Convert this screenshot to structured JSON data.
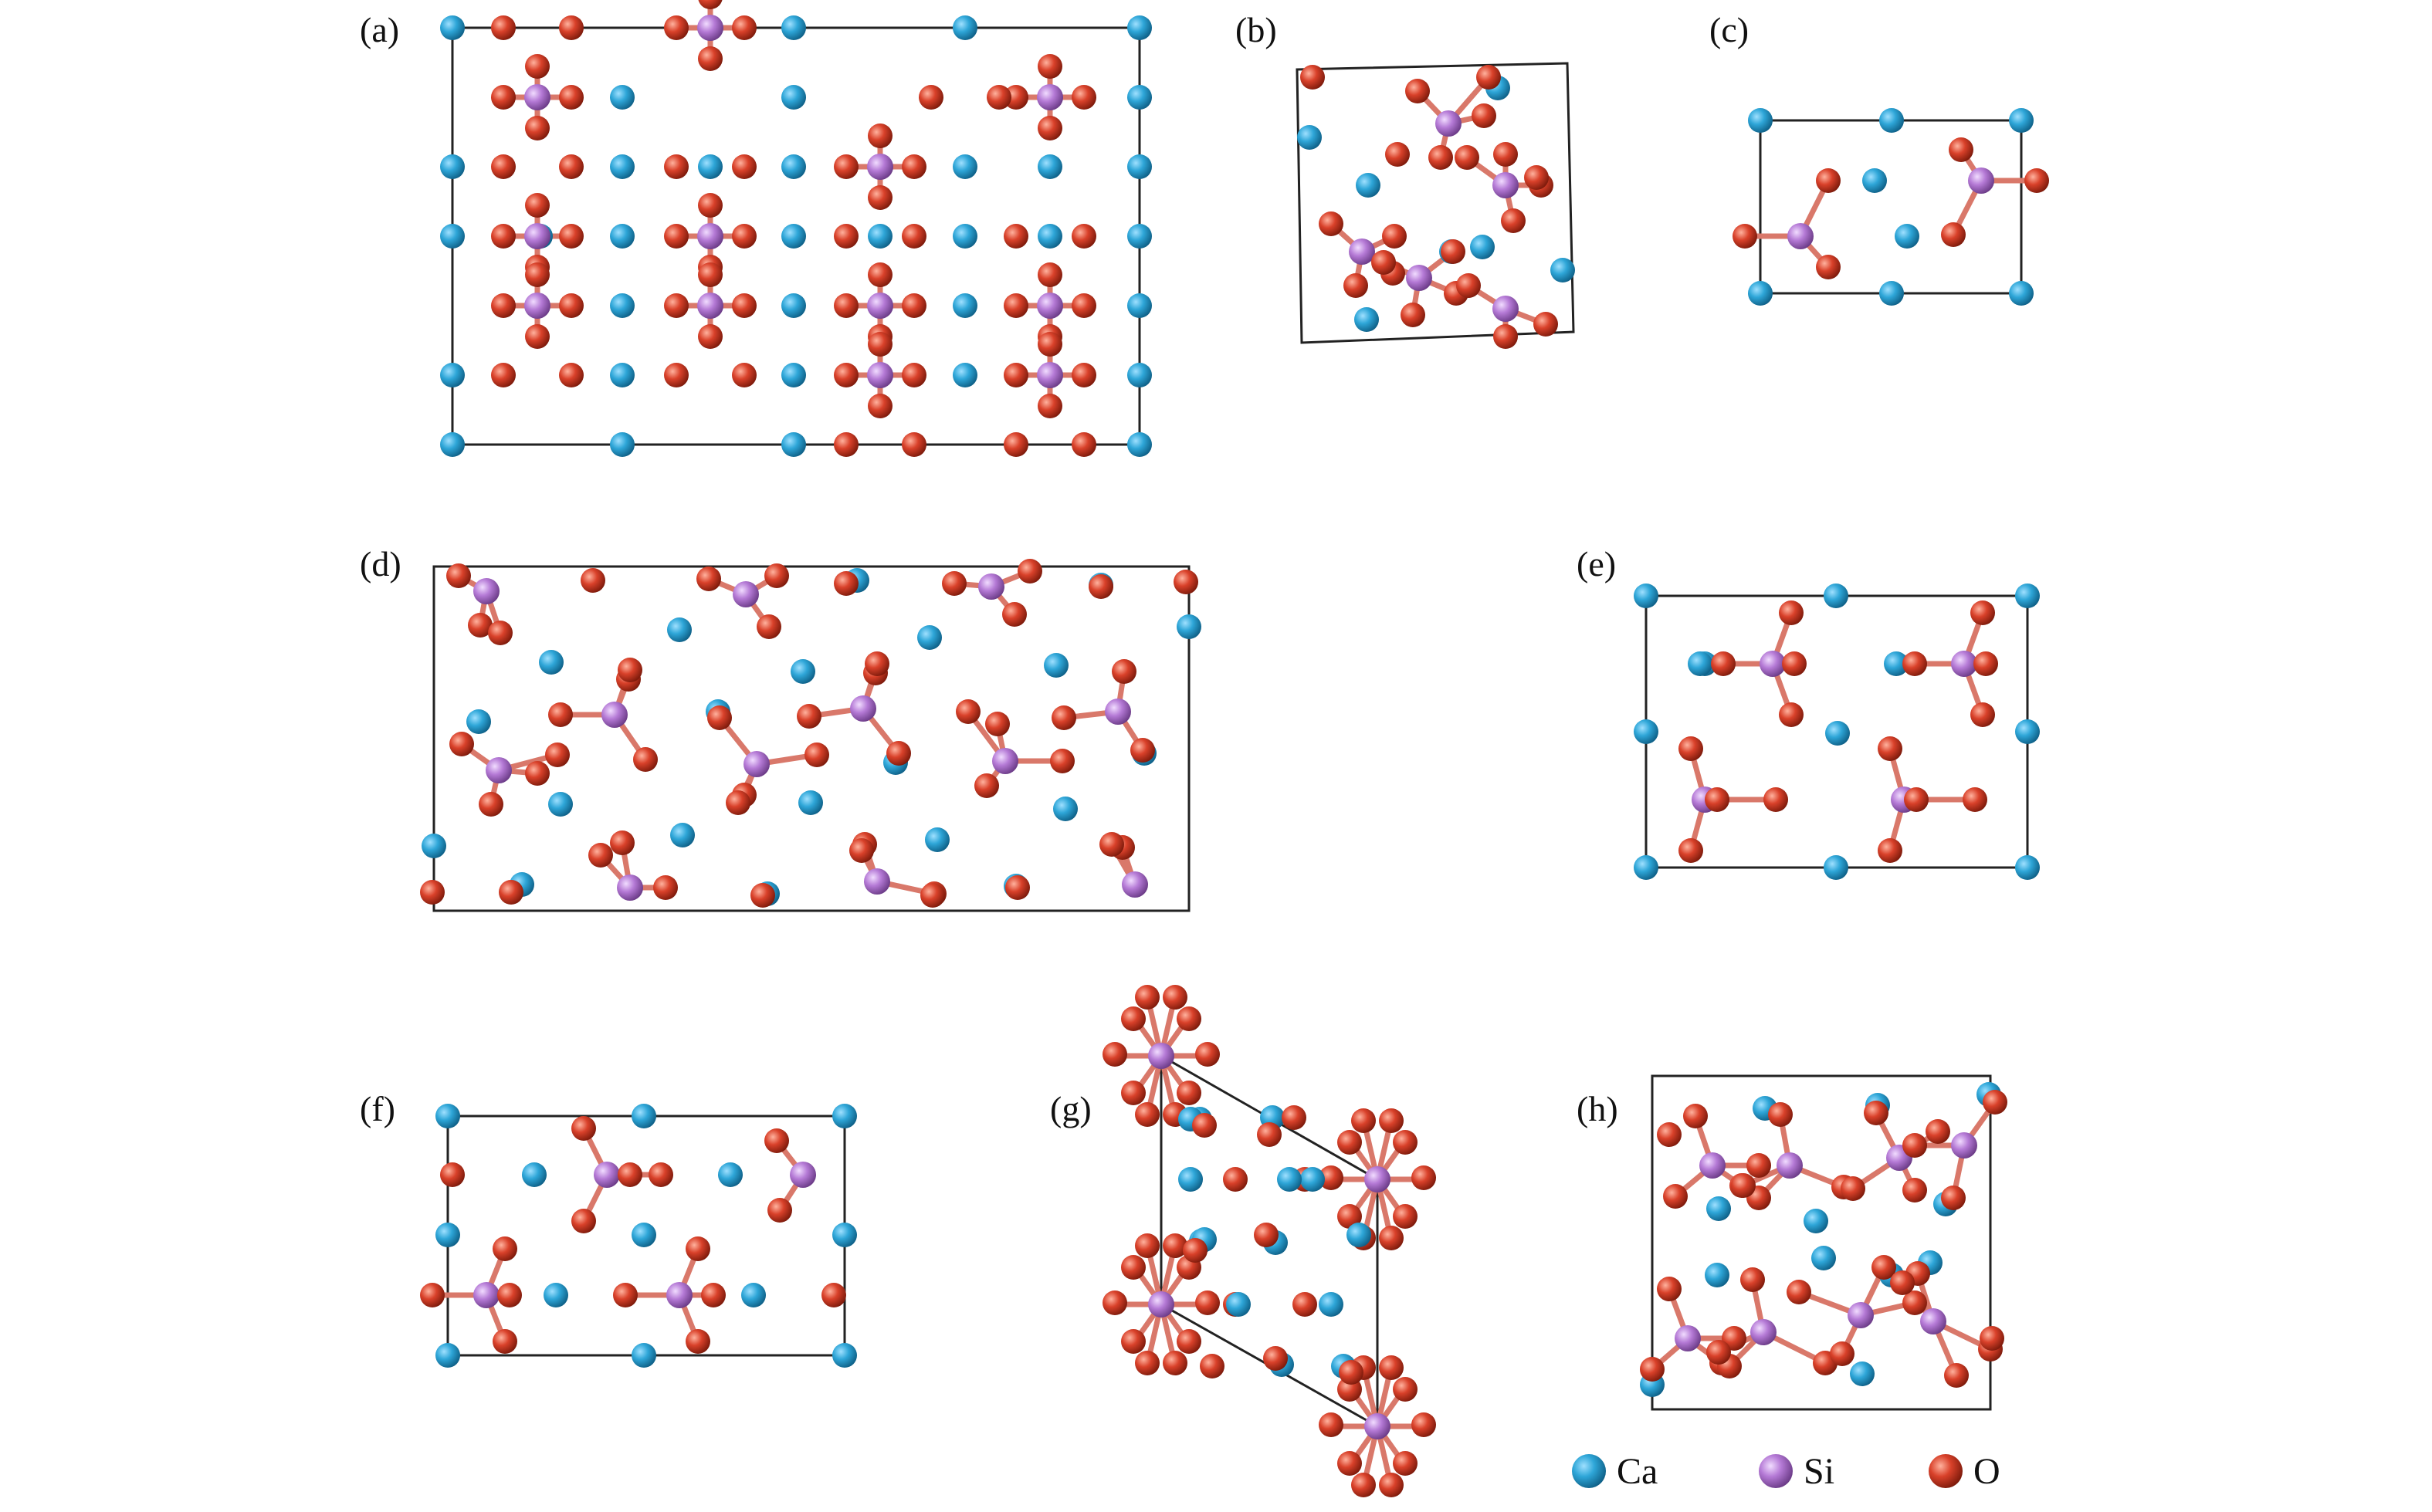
{
  "panels": [
    {
      "id": "a",
      "label": "(a)"
    },
    {
      "id": "b",
      "label": "(b)"
    },
    {
      "id": "c",
      "label": "(c)"
    },
    {
      "id": "d",
      "label": "(d)"
    },
    {
      "id": "e",
      "label": "(e)"
    },
    {
      "id": "f",
      "label": "(f)"
    },
    {
      "id": "g",
      "label": "(g)"
    },
    {
      "id": "h",
      "label": "(h)"
    }
  ],
  "legend": {
    "items": [
      {
        "label": "Ca",
        "color": "#2ea6d8"
      },
      {
        "label": "Si",
        "color": "#b57ad6"
      },
      {
        "label": "O",
        "color": "#d9412a"
      }
    ]
  },
  "colors": {
    "ca": "#2ea6d8",
    "si": "#b57ad6",
    "o": "#d9412a",
    "cell": "#222222",
    "bond": "#d9786a"
  }
}
